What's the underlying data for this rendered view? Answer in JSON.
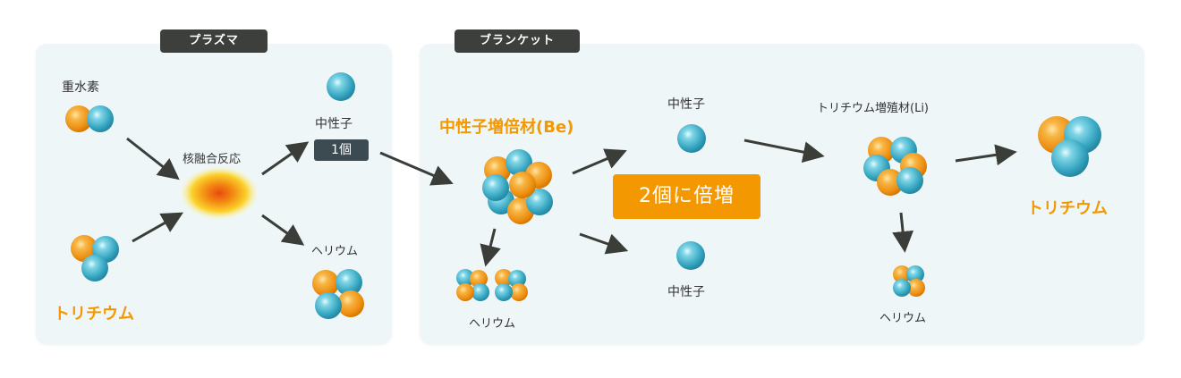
{
  "panels": {
    "plasma": {
      "tag": "プラズマ"
    },
    "blanket": {
      "tag": "ブランケット"
    }
  },
  "labels": {
    "deuterium": "重水素",
    "tritium_in": "トリチウム",
    "fusion_reaction": "核融合反応",
    "neutron_top": "中性子",
    "neutron_count": "1個",
    "helium_plasma": "ヘリウム",
    "multiplier": "中性子増倍材(Be)",
    "helium_be": "ヘリウム",
    "neutron_upper": "中性子",
    "neutron_lower": "中性子",
    "doubled": "2個に倍増",
    "breeder": "トリチウム増殖材(Li)",
    "helium_li": "ヘリウム",
    "tritium_out": "トリチウム"
  },
  "colors": {
    "proton": "#f39800",
    "neutron": "#3aa8c4",
    "accent": "#f39800",
    "panel_bg": "#eef6f8",
    "arrow": "#3a3d38"
  }
}
